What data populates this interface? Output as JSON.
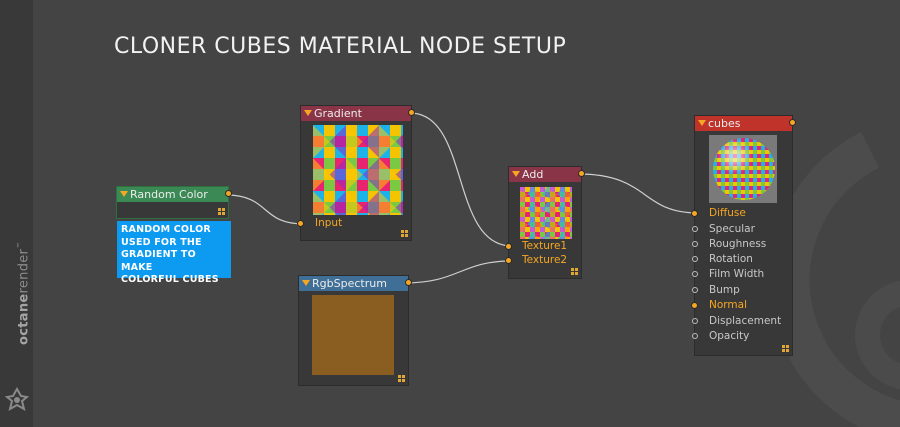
{
  "title": "CLONER CUBES MATERIAL NODE SETUP",
  "brand": {
    "name_bold": "octane",
    "name_light": "render",
    "trademark": "™"
  },
  "colors": {
    "background": "#444444",
    "wire": "#cfcfcf",
    "pin": "#f5a623",
    "gradient_header": "#8a3448",
    "add_header": "#8a3448",
    "material_header": "#c0332b",
    "random_color_header": "#3b8a55",
    "rgbspectrum_header": "#3f6f96",
    "note_background": "#0d9bf2",
    "spectrum_swatch": "#8a5e20"
  },
  "nodes": {
    "gradient": {
      "title": "Gradient",
      "input_label": "Input",
      "icon": "collapse-triangle-icon"
    },
    "random_color": {
      "title": "Random Color"
    },
    "rgb_spectrum": {
      "title": "RgbSpectrum"
    },
    "add": {
      "title": "Add",
      "inputs": [
        "Texture1",
        "Texture2"
      ]
    },
    "material": {
      "title": "cubes",
      "pins": [
        {
          "label": "Diffuse",
          "connected": true
        },
        {
          "label": "Specular",
          "connected": false
        },
        {
          "label": "Roughness",
          "connected": false
        },
        {
          "label": "Rotation",
          "connected": false
        },
        {
          "label": "Film Width",
          "connected": false
        },
        {
          "label": "Bump",
          "connected": false
        },
        {
          "label": "Normal",
          "connected": true
        },
        {
          "label": "Displacement",
          "connected": false
        },
        {
          "label": "Opacity",
          "connected": false
        }
      ]
    }
  },
  "note": {
    "lines": [
      "RANDOM COLOR",
      "USED FOR THE",
      "GRADIENT TO MAKE",
      "COLORFUL CUBES"
    ]
  }
}
